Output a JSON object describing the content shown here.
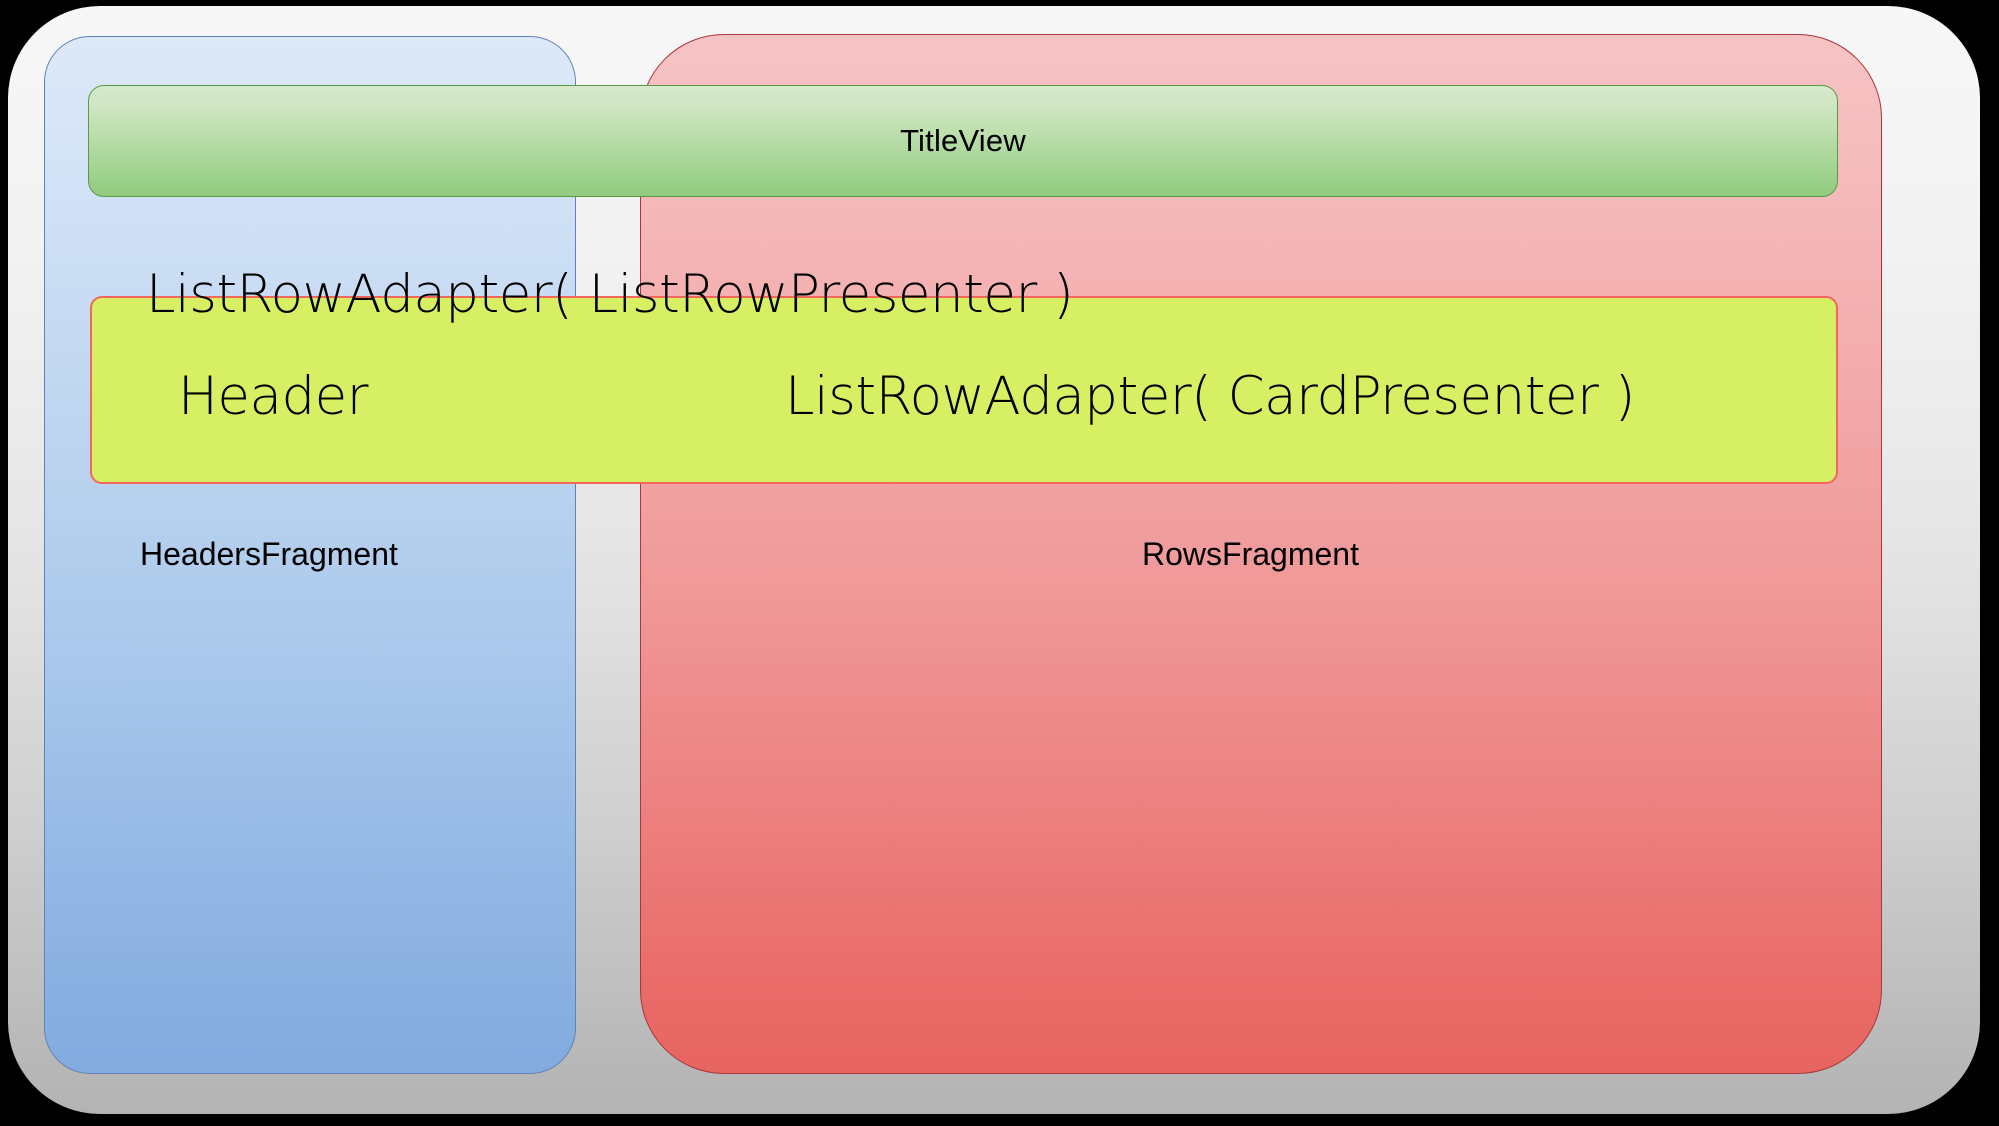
{
  "diagram": {
    "title": "Android TV Leanback BrowseFragment structure",
    "shell": {
      "name": "outer-container"
    },
    "panels": [
      {
        "id": "headers-fragment",
        "label": "HeadersFragment",
        "color": "#aecbec",
        "border_color": "#5f82b4"
      },
      {
        "id": "rows-fragment",
        "label": "RowsFragment",
        "color": "#f09a9a",
        "border_color": "#a8363a"
      }
    ],
    "title_view": {
      "label": "TitleView",
      "color": "#aad79a",
      "border_color": "#5a9b43"
    },
    "list_row_band": {
      "adapter_title": "ListRowAdapter( ListRowPresenter )",
      "header_label": "Header",
      "card_adapter_label": "ListRowAdapter( CardPresenter )",
      "color": "#d7ef63",
      "border_color": "#f4665c"
    }
  }
}
